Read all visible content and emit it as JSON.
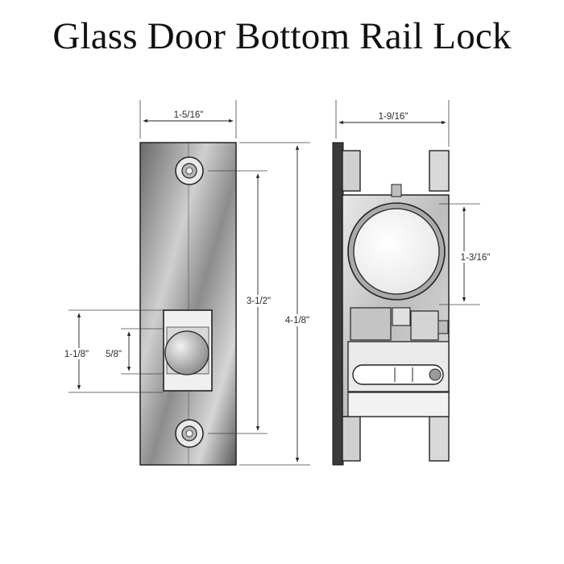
{
  "title": "Glass Door Bottom Rail Lock",
  "dimensions": {
    "faceplate_width": "1-5/16\"",
    "body_width": "1-9/16\"",
    "hole_spacing": "3-1/2\"",
    "overall_height": "4-1/8\"",
    "cylinder_diameter": "1-3/16\"",
    "bolt_height": "5/8\"",
    "bolt_opening_height": "1-1/8\""
  },
  "colors": {
    "ink": "#111111",
    "metal_dark": "#555555",
    "metal_mid": "#9a9a9a",
    "metal_light": "#e4e4e4"
  }
}
